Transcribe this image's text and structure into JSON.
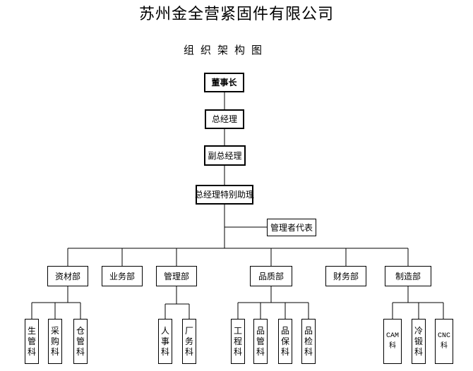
{
  "title": "苏州金全营紧固件有限公司",
  "subtitle": "组织架构图",
  "chain": {
    "chairman": "董事长",
    "gm": "总经理",
    "deputy_gm": "副总经理",
    "gm_assistant": "总经理特别助理",
    "mgmt_rep": "管理者代表"
  },
  "departments": [
    {
      "label": "资材部"
    },
    {
      "label": "业务部"
    },
    {
      "label": "管理部"
    },
    {
      "label": "品质部"
    },
    {
      "label": "财务部"
    },
    {
      "label": "制造部"
    }
  ],
  "sections": [
    {
      "label": "生管科"
    },
    {
      "label": "采购科"
    },
    {
      "label": "仓管科"
    },
    {
      "label": "人事科"
    },
    {
      "label": "厂务科"
    },
    {
      "label": "工程科"
    },
    {
      "label": "品管科"
    },
    {
      "label": "品保科"
    },
    {
      "label": "品检科"
    },
    {
      "label": "CAM科"
    },
    {
      "label": "冷锻科"
    },
    {
      "label": "CNC科"
    }
  ]
}
